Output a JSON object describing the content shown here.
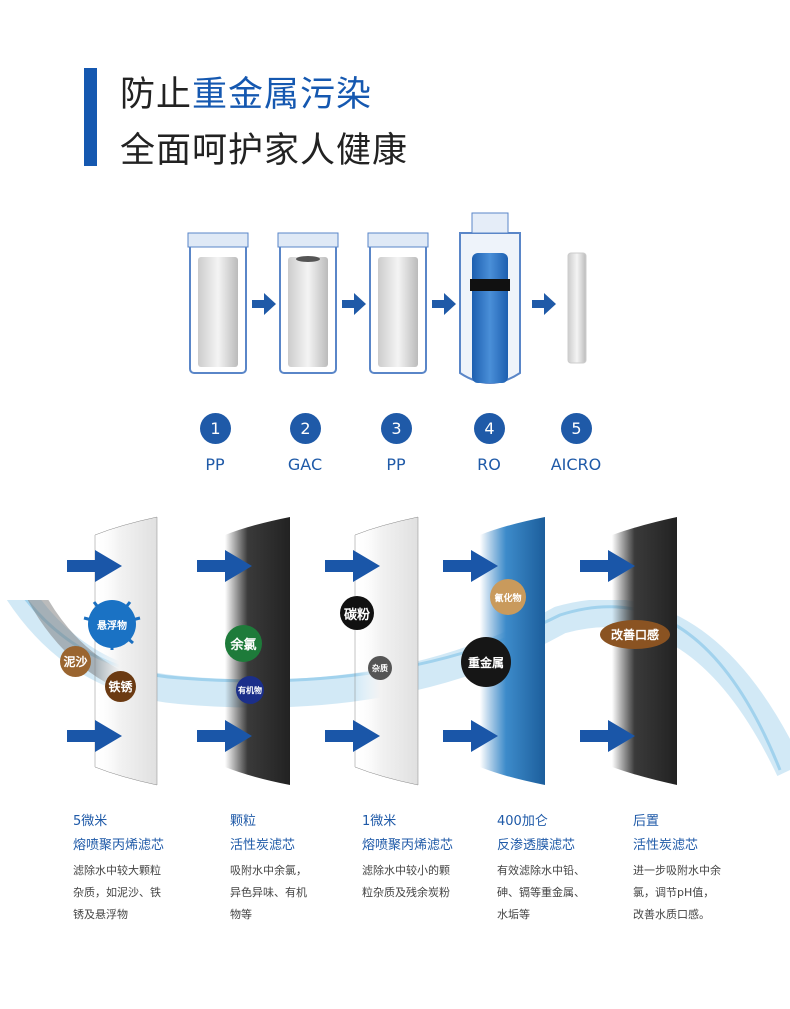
{
  "header": {
    "line1_prefix": "防止",
    "line1_highlight": "重金属污染",
    "line2": "全面呵护家人健康"
  },
  "filters": [
    {
      "number": "1",
      "label": "PP"
    },
    {
      "number": "2",
      "label": "GAC"
    },
    {
      "number": "3",
      "label": "PP"
    },
    {
      "number": "4",
      "label": "RO"
    },
    {
      "number": "5",
      "label": "AICRO"
    }
  ],
  "contaminants": {
    "suspended": "悬浮物",
    "sand": "泥沙",
    "rust": "铁锈",
    "chlorine": "余氯",
    "organic": "有机物",
    "carbon": "碳粉",
    "impurity": "杂质",
    "cyanide": "氰化物",
    "heavy_metal": "重金属",
    "taste": "改善口感"
  },
  "stages": [
    {
      "h1": "5微米",
      "h2": "熔喷聚丙烯滤芯",
      "lines": [
        "滤除水中较大颗粒",
        "杂质，如泥沙、铁",
        "锈及悬浮物"
      ]
    },
    {
      "h1": "颗粒",
      "h2": "活性炭滤芯",
      "lines": [
        "吸附水中余氯，",
        "异色异味、有机",
        "物等"
      ]
    },
    {
      "h1": "1微米",
      "h2": "熔喷聚丙烯滤芯",
      "lines": [
        "滤除水中较小的颗",
        "粒杂质及残余炭粉"
      ]
    },
    {
      "h1": "400加仑",
      "h2": "反渗透膜滤芯",
      "lines": [
        "有效滤除水中铅、",
        "砷、镉等重金属、",
        "水垢等"
      ]
    },
    {
      "h1": "后置",
      "h2": "活性炭滤芯",
      "lines": [
        "进一步吸附水中余",
        "氯，调节pH值，",
        "改善水质口感。"
      ]
    }
  ],
  "colors": {
    "brand": "#1558b0",
    "arrow": "#1a56a8"
  }
}
